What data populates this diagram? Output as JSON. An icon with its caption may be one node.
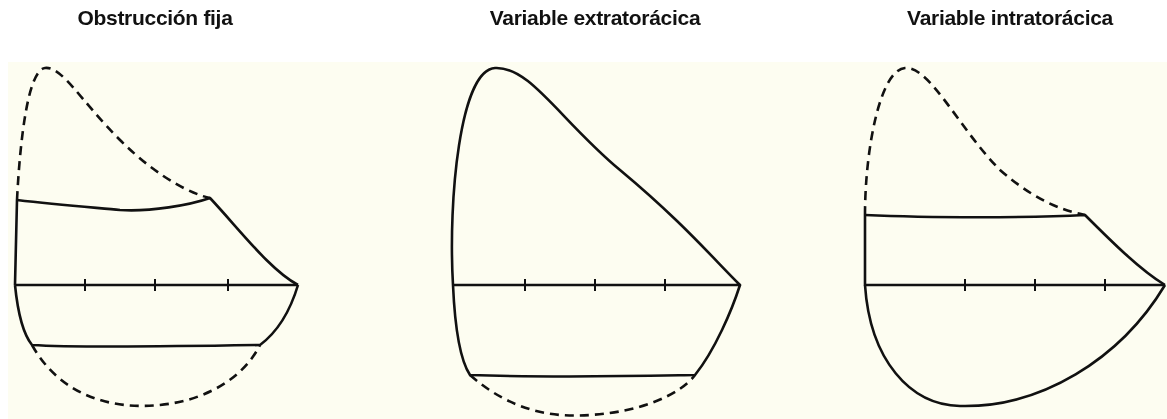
{
  "diagram": {
    "labels": [
      "Obstrucción fija",
      "Variable extratorácica",
      "Variable intratorácica"
    ]
  }
}
